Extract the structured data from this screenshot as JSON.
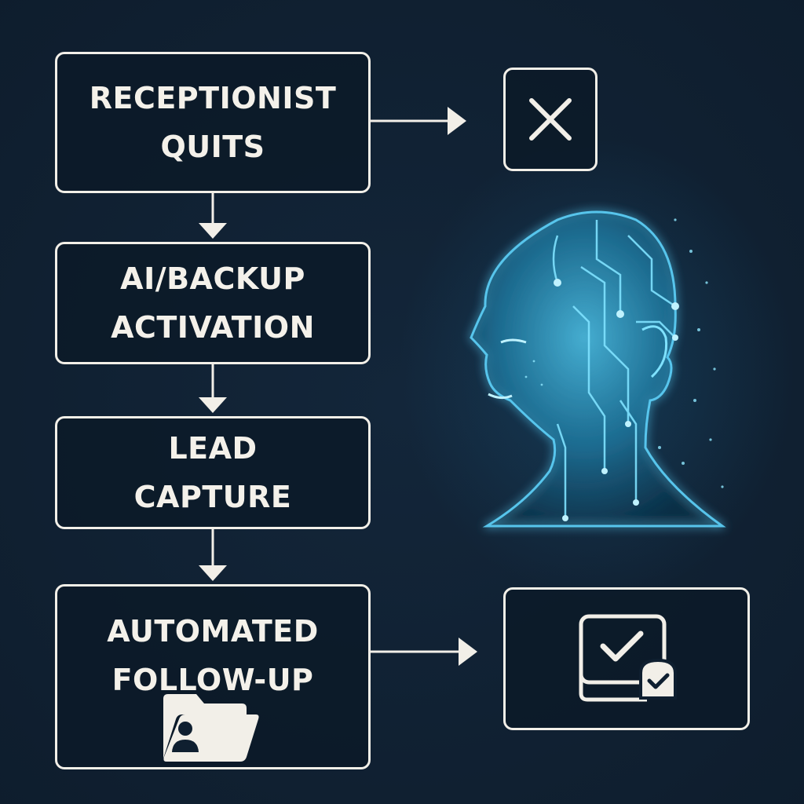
{
  "flowchart": {
    "steps": [
      {
        "line1": "RECEPTIONIST",
        "line2": "QUITS"
      },
      {
        "line1": "AI/BACKUP",
        "line2": "ACTIVATION"
      },
      {
        "line1": "LEAD",
        "line2": "CAPTURE"
      },
      {
        "line1": "AUTOMATED",
        "line2": "FOLLOW-UP"
      }
    ]
  },
  "icons": {
    "fail": "close-icon",
    "success": "checked-document-icon",
    "folder": "contact-folder-icon",
    "head": "ai-head-illustration"
  },
  "colors": {
    "background": "#0f1f30",
    "box_stroke": "#f2efe8",
    "text": "#f4f1ea",
    "glow": "#3fc6ef"
  }
}
